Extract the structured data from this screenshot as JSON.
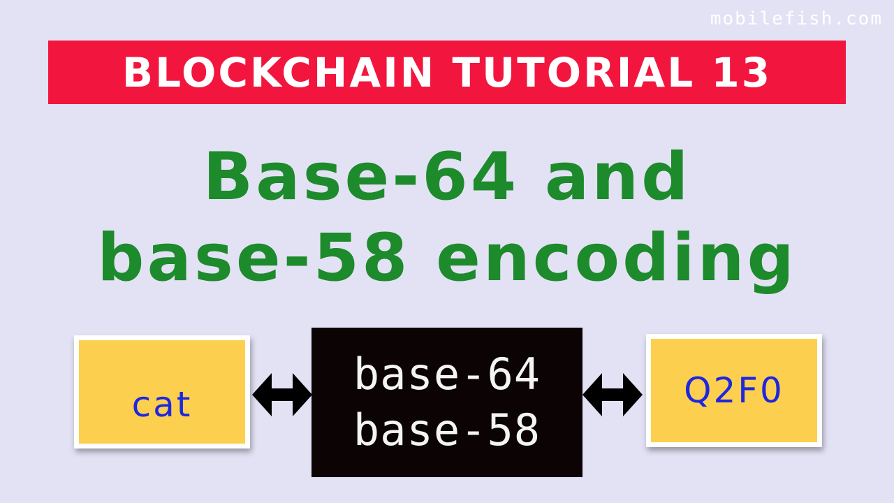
{
  "watermark": "mobilefish.com",
  "banner": {
    "text": "BLOCKCHAIN TUTORIAL 13"
  },
  "title": {
    "line1": "Base-64 and",
    "line2": "base-58 encoding"
  },
  "diagram": {
    "left_note": "cat",
    "right_note": "Q2F0",
    "board_line1": "base-64",
    "board_line2": "base-58",
    "arrow_icon": "double-headed-arrow-icon"
  },
  "colors": {
    "background": "#e3e2f5",
    "banner": "#f2163f",
    "title": "#1d8a2c",
    "note": "#fdcf4e",
    "note_text": "#1c27e0",
    "board": "#0b0304"
  }
}
